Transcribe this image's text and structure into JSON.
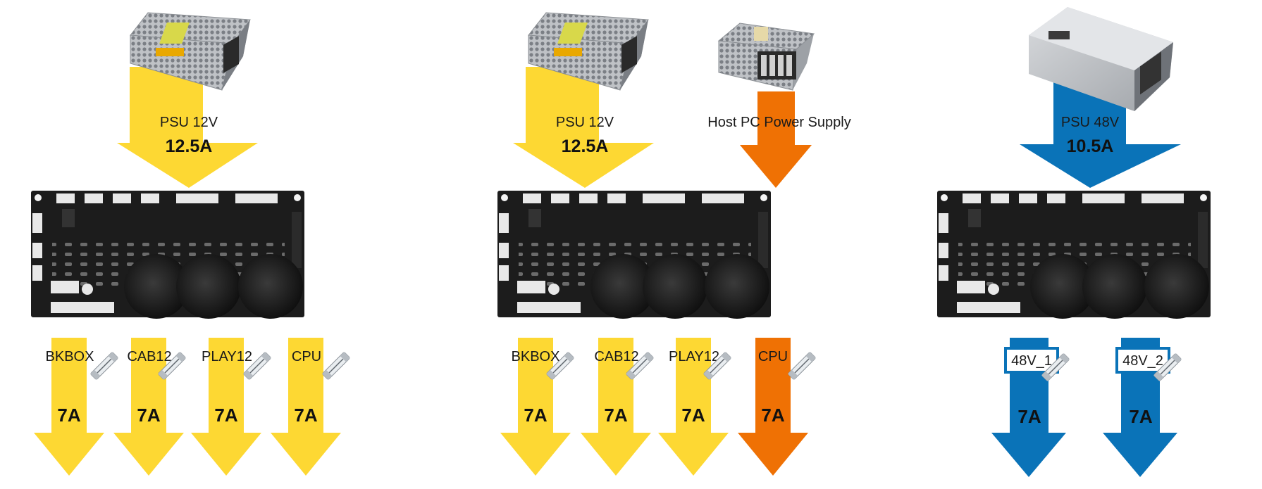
{
  "colors": {
    "yellow": "#FDD833",
    "orange": "#EF7104",
    "blue": "#0A73B8",
    "board": "#1c1c1c"
  },
  "icons": [
    "psu-icon",
    "pcb-board-icon",
    "fuse-icon"
  ],
  "diagram1": {
    "psu_label": "PSU 12V",
    "psu_current": "12.5A",
    "fuses": [
      "BKBOX",
      "CAB12",
      "PLAY12",
      "CPU"
    ],
    "outputs": [
      "7A",
      "7A",
      "7A",
      "7A"
    ]
  },
  "diagram2": {
    "psu_label": "PSU 12V",
    "psu_current": "12.5A",
    "host_label": "Host PC Power Supply",
    "fuses": [
      "BKBOX",
      "CAB12",
      "PLAY12",
      "CPU"
    ],
    "outputs": [
      "7A",
      "7A",
      "7A",
      "7A"
    ]
  },
  "diagram3": {
    "psu_label": "PSU 48V",
    "psu_current": "10.5A",
    "fuses": [
      "48V_1",
      "48V_2"
    ],
    "outputs": [
      "7A",
      "7A"
    ]
  }
}
